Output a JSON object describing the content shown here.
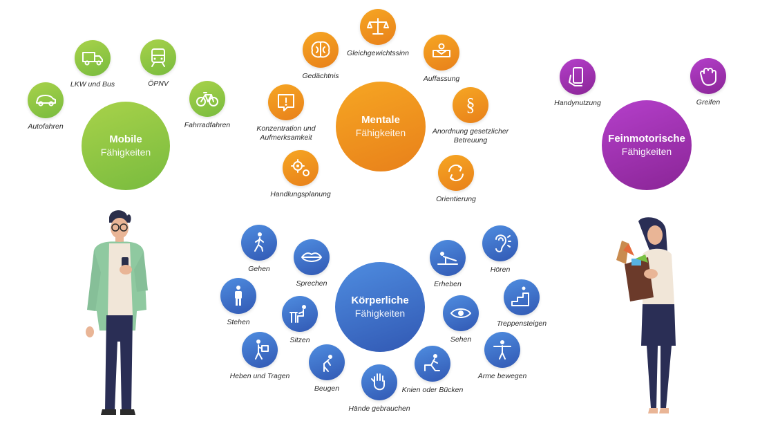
{
  "hubs": {
    "mobile": {
      "title": "Mobile",
      "subtitle": "Fähigkeiten"
    },
    "mentale": {
      "title": "Mentale",
      "subtitle": "Fähigkeiten"
    },
    "feinmotorische": {
      "title": "Feinmotorische",
      "subtitle": "Fähigkeiten"
    },
    "koerperliche": {
      "title": "Körperliche",
      "subtitle": "Fähigkeiten"
    }
  },
  "colors": {
    "mobile": "#8cc43f",
    "mentale": "#f0911f",
    "feinmotorische": "#a12fb3",
    "koerperliche": "#3f6fcb"
  },
  "labels": {
    "autofahren": "Autofahren",
    "lkw_bus": "LKW und Bus",
    "oepnv": "ÖPNV",
    "fahrradfahren": "Fahrradfahren",
    "gedaechtnis": "Gedächtnis",
    "gleichgewichtssinn": "Gleichgewichtssinn",
    "auffassung": "Auffassung",
    "konzentration": "Konzentration und\nAufmerksamkeit",
    "anordnung": "Anordnung gesetzlicher\nBetreuung",
    "handlungsplanung": "Handlungsplanung",
    "orientierung": "Orientierung",
    "handynutzung": "Handynutzung",
    "greifen": "Greifen",
    "gehen": "Gehen",
    "sprechen": "Sprechen",
    "stehen": "Stehen",
    "sitzen": "Sitzen",
    "heben_tragen": "Heben und Tragen",
    "beugen": "Beugen",
    "haende": "Hände gebrauchen",
    "knien": "Knien oder Bücken",
    "sehen": "Sehen",
    "erheben": "Erheben",
    "hoeren": "Hören",
    "treppensteigen": "Treppensteigen",
    "arme": "Arme bewegen"
  },
  "icons": {
    "autofahren": "car-icon",
    "lkw_bus": "truck-icon",
    "oepnv": "train-icon",
    "fahrradfahren": "bicycle-icon",
    "gedaechtnis": "brain-icon",
    "gleichgewichtssinn": "balance-scale-icon",
    "auffassung": "comprehension-icon",
    "konzentration": "exclamation-bubble-icon",
    "anordnung": "paragraph-icon",
    "handlungsplanung": "gears-icon",
    "orientierung": "refresh-arrows-icon",
    "handynutzung": "smartphone-hand-icon",
    "greifen": "grabbing-hand-icon",
    "gehen": "walking-person-icon",
    "sprechen": "lips-icon",
    "stehen": "standing-person-icon",
    "sitzen": "sitting-desk-icon",
    "heben_tragen": "carrying-box-icon",
    "beugen": "bending-person-icon",
    "haende": "open-hand-icon",
    "knien": "kneeling-person-icon",
    "sehen": "eye-icon",
    "erheben": "push-up-icon",
    "hoeren": "ear-icon",
    "treppensteigen": "stairs-icon",
    "arme": "arms-raised-icon"
  }
}
